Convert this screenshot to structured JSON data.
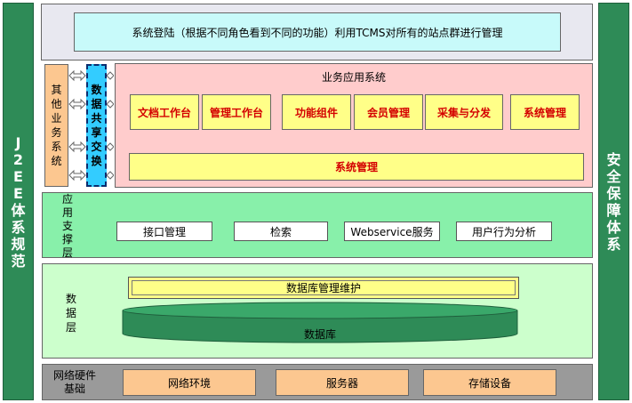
{
  "left_column": {
    "label": "J2EE体系规范"
  },
  "right_column": {
    "label": "安全保障体系"
  },
  "header": {
    "text": "系统登陆（根据不同角色看到不同的功能）利用TCMS对所有的站点群进行管理"
  },
  "other_systems": {
    "label": "其他业务系统"
  },
  "data_exchange": {
    "label": "数据共享交换"
  },
  "business": {
    "title": "业务应用系统",
    "modules": [
      "文档工作台",
      "管理工作台",
      "功能组件",
      "会员管理",
      "采集与分发",
      "系统管理"
    ],
    "bottom_bar": "系统管理"
  },
  "support": {
    "label": "应用支撑层",
    "items": [
      "接口管理",
      "检索",
      "Webservice服务",
      "用户行为分析"
    ]
  },
  "data_layer": {
    "label": "数据层",
    "db_maintenance": "数据库管理维护",
    "database": "数据库"
  },
  "network": {
    "label": "网络硬件基础",
    "items": [
      "网络环境",
      "服务器",
      "存储设备"
    ]
  },
  "colors": {
    "side_green": "#2e8b57",
    "header_cyan": "#c8fafa",
    "business_pink": "#ffcccc",
    "support_green": "#88f0aa",
    "data_green": "#ccffcc",
    "network_gray": "#9a9a9a",
    "module_yellow": "#ffff88",
    "exchange_cyan": "#33ccff",
    "peach": "#fcc790",
    "module_text_red": "#d40000"
  }
}
